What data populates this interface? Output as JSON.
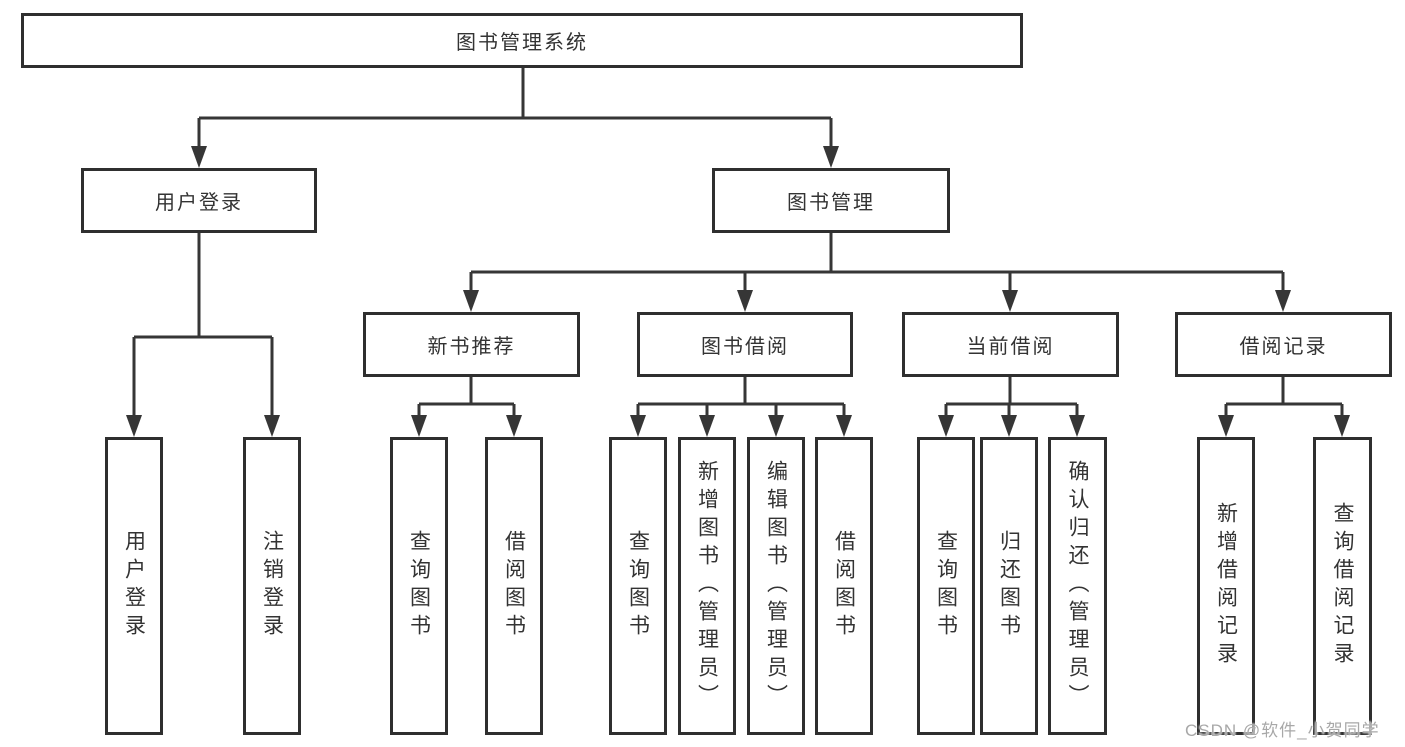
{
  "colors": {
    "background": "#ffffff",
    "line": "#363636",
    "box_border": "#2f2f2f",
    "box_fill": "#ffffff",
    "text": "#333333",
    "watermark": "#a8a8a8"
  },
  "watermark": {
    "text": "CSDN @软件_小贺同学"
  },
  "tree": {
    "label": "图书管理系统",
    "children": [
      {
        "label": "用户登录",
        "children": [
          {
            "label": "用户登录"
          },
          {
            "label": "注销登录"
          }
        ]
      },
      {
        "label": "图书管理",
        "children": [
          {
            "label": "新书推荐",
            "children": [
              {
                "label": "查询图书"
              },
              {
                "label": "借阅图书"
              }
            ]
          },
          {
            "label": "图书借阅",
            "children": [
              {
                "label": "查询图书"
              },
              {
                "label": "新增图书（管理员）"
              },
              {
                "label": "编辑图书（管理员）"
              },
              {
                "label": "借阅图书"
              }
            ]
          },
          {
            "label": "当前借阅",
            "children": [
              {
                "label": "查询图书"
              },
              {
                "label": "归还图书"
              },
              {
                "label": "确认归还（管理员）"
              }
            ]
          },
          {
            "label": "借阅记录",
            "children": [
              {
                "label": "新增借阅记录"
              },
              {
                "label": "查询借阅记录"
              }
            ]
          }
        ]
      }
    ]
  }
}
